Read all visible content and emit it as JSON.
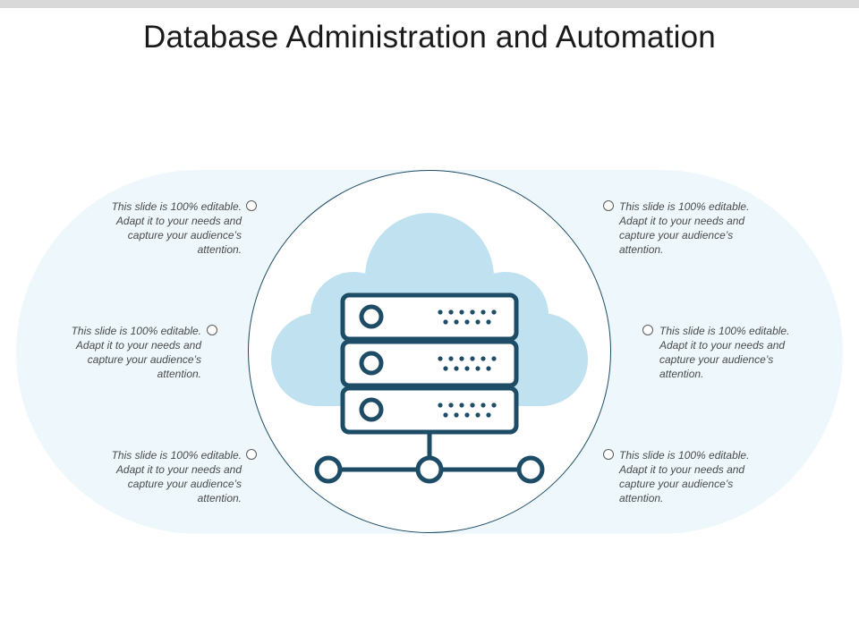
{
  "slide": {
    "title": "Database Administration and Automation"
  },
  "notes": {
    "left": [
      "This slide is 100% editable. Adapt it to your needs and capture your audience’s attention.",
      "This slide is 100% editable. Adapt it to your needs and capture your audience’s attention.",
      "This slide is 100% editable. Adapt it to your needs and capture your audience’s attention."
    ],
    "right": [
      "This slide is 100% editable. Adapt it to your needs and capture your audience’s attention.",
      "This slide is 100% editable. Adapt it to your needs and capture your audience’s attention.",
      "This slide is 100% editable. Adapt it to your needs and capture your audience’s attention."
    ]
  },
  "icons": {
    "center": "cloud-server-network-icon",
    "bullet": "circle-marker-icon"
  },
  "colors": {
    "dark_blue": "#1d4c66",
    "light_blue_cloud": "#bfe1f0",
    "pill_background": "#eef8fc",
    "text_gray": "#4a4a4a",
    "top_strip": "#d9d9d9"
  }
}
